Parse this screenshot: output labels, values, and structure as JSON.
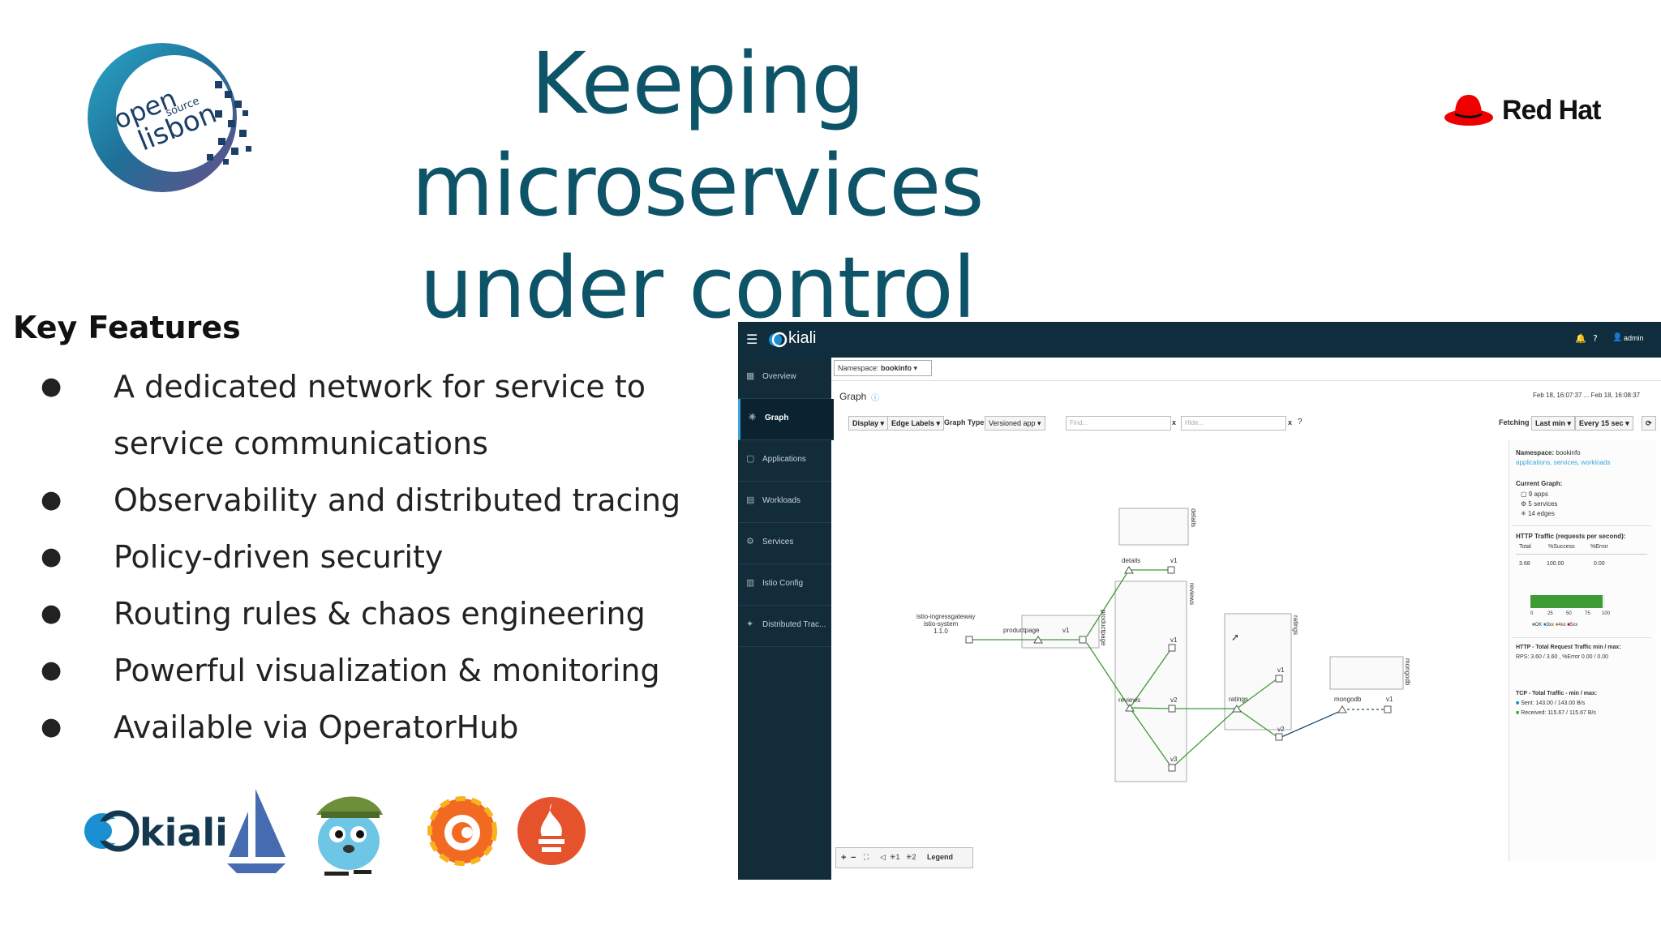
{
  "title": {
    "line1": "Keeping microservices",
    "line2": "under control"
  },
  "logos": {
    "event_logo": "open source lisbon",
    "event_word1": "open",
    "event_word2": "source",
    "event_word3": "lisbon",
    "sponsor": "Red Hat"
  },
  "features": {
    "heading": "Key Features",
    "items": [
      "A dedicated network for service to service communications",
      "Observability and distributed tracing",
      "Policy-driven security",
      "Routing rules & chaos engineering",
      "Powerful visualization & monitoring",
      "Available via OperatorHub"
    ],
    "bullet": "●"
  },
  "bottom_logos": {
    "kiali": "kiali"
  },
  "kiali": {
    "brand": "kiali",
    "user": "admin",
    "nav": [
      "Overview",
      "Graph",
      "Applications",
      "Workloads",
      "Services",
      "Istio Config",
      "Distributed Trac..."
    ],
    "namespace_label": "Namespace:",
    "namespace_value": "bookinfo",
    "page_title": "Graph",
    "time_range": "Feb 18, 16:07:37 ... Feb 18, 16:08:37",
    "toolbar": {
      "display": "Display",
      "edge_labels": "Edge Labels",
      "graph_type_label": "Graph Type",
      "graph_type_value": "Versioned app",
      "find_placeholder": "Find...",
      "hide_placeholder": "Hide...",
      "fetching": "Fetching",
      "last_min": "Last min",
      "every": "Every 15 sec",
      "clear": "x"
    },
    "graph": {
      "gateway_l1": "istio-ingressgateway",
      "gateway_l2": "istio-system",
      "gateway_l3": "1.1.0",
      "productpage": "productpage",
      "details": "details",
      "reviews": "reviews",
      "ratings": "ratings",
      "mongodb": "mongodb",
      "v1": "v1",
      "v2": "v2",
      "v3": "v3"
    },
    "bottom_toolbar": {
      "legend": "Legend",
      "zoom_in": "+",
      "zoom_out": "−",
      "layout1": "1",
      "layout2": "2"
    },
    "panel": {
      "namespace_label": "Namespace:",
      "namespace_value": "bookinfo",
      "links": "applications, services, workloads",
      "current_graph": "Current Graph:",
      "apps": "9 apps",
      "services": "5 services",
      "edges": "14 edges",
      "http_title": "HTTP Traffic (requests per second):",
      "col_total": "Total",
      "col_success": "%Success",
      "col_error": "%Error",
      "val_total": "3.68",
      "val_success": "100.00",
      "val_error": "0.00",
      "ticks": [
        "0",
        "25",
        "50",
        "75",
        "100"
      ],
      "legend_ok": "OK",
      "legend_3xx": "3xx",
      "legend_4xx": "4xx",
      "legend_5xx": "5xx",
      "http_minmax_title": "HTTP - Total Request Traffic min / max:",
      "http_minmax": "RPS: 3.60 / 3.60 , %Error 0.00 / 0.00",
      "tcp_title": "TCP - Total Traffic - min / max:",
      "tcp_sent": "Sent: 143.00 / 143.00 B/s",
      "tcp_received": "Received: 115.67 / 115.67 B/s",
      "success_fraction": 0.97
    }
  },
  "colors": {
    "title": "#0d5468",
    "kiali_nav": "#122c3a",
    "edge_green": "#3f9c35",
    "redhat": "#ee0000"
  }
}
